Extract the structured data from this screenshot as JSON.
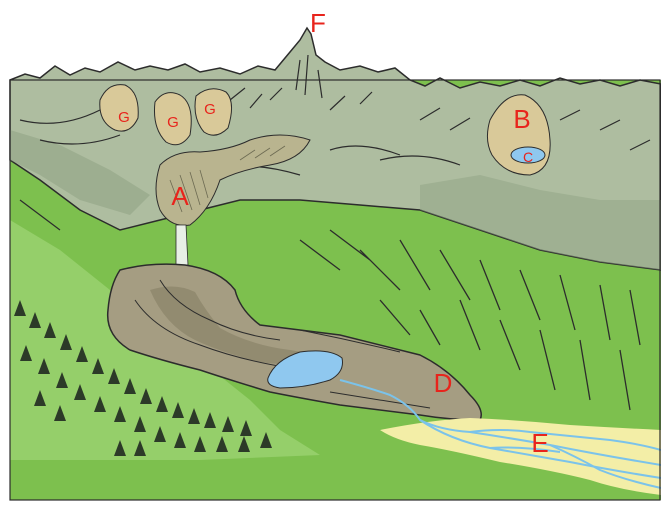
{
  "labels": {
    "F": "F",
    "A": "A",
    "B": "B",
    "C": "C",
    "D": "D",
    "E": "E",
    "G1": "G",
    "G2": "G",
    "G3": "G"
  },
  "colors": {
    "sky": "#ffffff",
    "mountain": "#aebda0",
    "mountain_dark": "#8fa384",
    "meadow": "#7dc04e",
    "meadow_light": "#95cf6a",
    "moraine": "#a59d82",
    "moraine_dark": "#867e64",
    "lake": "#8fc8ef",
    "outwash": "#f3eea7",
    "stream": "#7bc3ea",
    "ice": "#d9c999",
    "label": "#e8241c",
    "ink": "#2c2c2c"
  },
  "icons": {
    "tree": "conifer-tree-icon"
  }
}
